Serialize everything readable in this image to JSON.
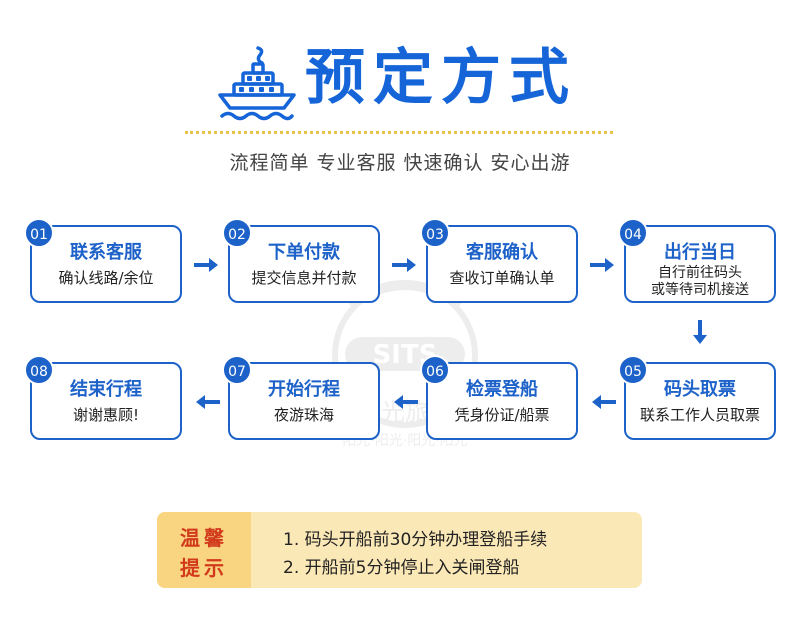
{
  "header": {
    "title": "预定方式",
    "subtitle": "流程简单  专业客服  快速确认  安心出游"
  },
  "watermark": {
    "logo_text": "SITS",
    "text_line1": "阳光旅行",
    "text_line2": "阳光·阳光·阳光·阳光"
  },
  "steps": [
    {
      "num": "01",
      "title": "联系客服",
      "desc": "确认线路/余位"
    },
    {
      "num": "02",
      "title": "下单付款",
      "desc": "提交信息并付款"
    },
    {
      "num": "03",
      "title": "客服确认",
      "desc": "查收订单确认单"
    },
    {
      "num": "04",
      "title": "出行当日",
      "desc": "自行前往码头\n或等待司机接送"
    },
    {
      "num": "05",
      "title": "码头取票",
      "desc": "联系工作人员取票"
    },
    {
      "num": "06",
      "title": "检票登船",
      "desc": "凭身份证/船票"
    },
    {
      "num": "07",
      "title": "开始行程",
      "desc": "夜游珠海"
    },
    {
      "num": "08",
      "title": "结束行程",
      "desc": "谢谢惠顾!"
    }
  ],
  "tips": {
    "label_line1": "温馨",
    "label_line2": "提示",
    "items": [
      "1. 码头开船前30分钟办理登船手续",
      "2. 开船前5分钟停止入关闸登船"
    ]
  },
  "colors": {
    "primary_blue": "#1d62c9",
    "title_blue": "#1565d8",
    "tip_bg": "#fbe8b7",
    "tip_label_bg": "#f9d582",
    "tip_label_text": "#d23a1c",
    "dot_line": "#e8c24a"
  },
  "icons": {
    "header_icon": "ship-icon",
    "flow_arrow": "arrow-icon"
  }
}
